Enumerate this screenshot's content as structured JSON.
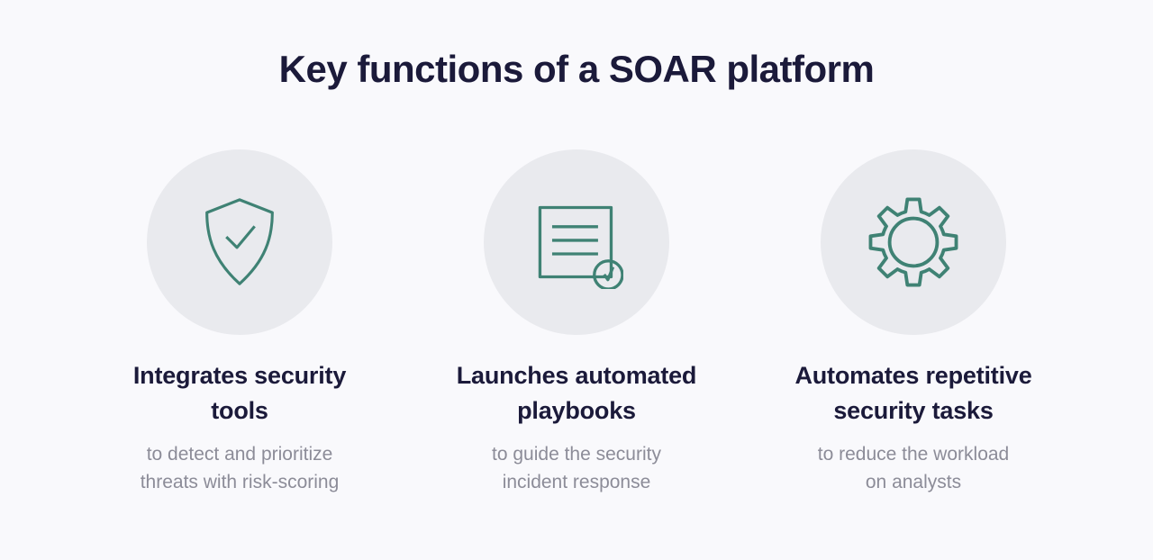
{
  "title": "Key functions of a SOAR platform",
  "colors": {
    "background": "#F9F9FC",
    "heading_navy": "#1B1A3A",
    "description_gray": "#8C8C98",
    "icon_teal": "#3F8274",
    "icon_circle_bg": "#E9EAEE"
  },
  "columns": [
    {
      "icon": "shield-check-icon",
      "heading_line1": "Integrates security",
      "heading_line2": "tools",
      "desc_line1": "to detect and prioritize",
      "desc_line2": "threats with risk-scoring"
    },
    {
      "icon": "playbook-check-icon",
      "heading_line1": "Launches automated",
      "heading_line2": "playbooks",
      "desc_line1": "to guide the security",
      "desc_line2": "incident response"
    },
    {
      "icon": "gear-icon",
      "heading_line1": "Automates repetitive",
      "heading_line2": "security tasks",
      "desc_line1": "to reduce the workload",
      "desc_line2": "on analysts"
    }
  ]
}
